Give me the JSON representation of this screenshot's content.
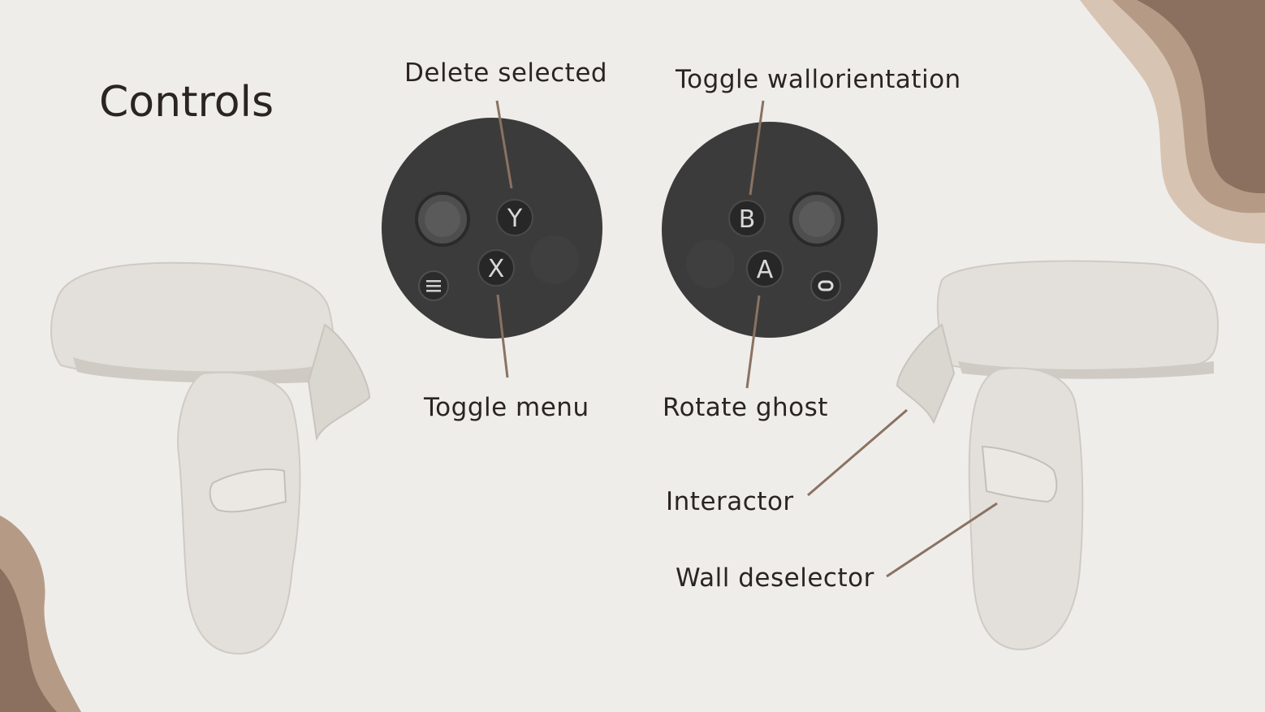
{
  "title": "Controls",
  "labels": {
    "delete_selected": "Delete selected",
    "toggle_wall_orientation": "Toggle wallorientation",
    "toggle_menu": "Toggle menu",
    "rotate_ghost": "Rotate ghost",
    "interactor": "Interactor",
    "wall_deselector": "Wall deselector"
  },
  "buttons": {
    "left": {
      "top": "Y",
      "bottom": "X"
    },
    "right": {
      "top": "B",
      "bottom": "A"
    }
  },
  "colors": {
    "background": "#efedea",
    "text": "#2a2422",
    "leader_line": "#8a7262",
    "blob_dark": "#8c705f",
    "blob_mid": "#b59b86",
    "blob_light": "#d8c4b2",
    "controller_face": "#3b3b3b",
    "controller_body": "#e0ddd8"
  }
}
